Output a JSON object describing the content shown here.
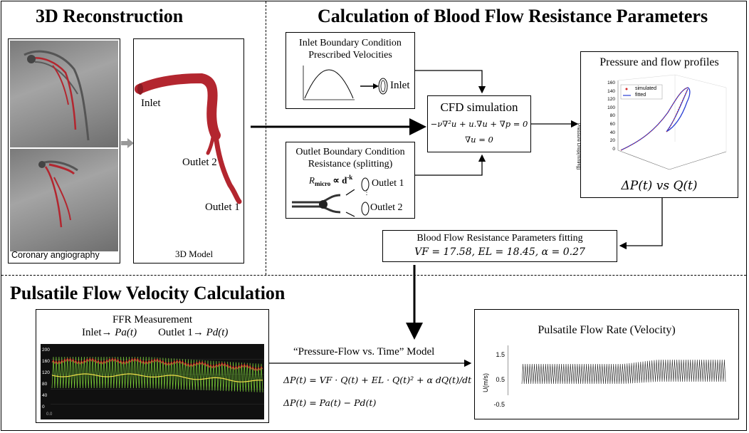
{
  "sections": {
    "reconstruction": "3D Reconstruction",
    "calculation": "Calculation of Blood Flow Resistance Parameters",
    "pulsatile": "Pulsatile Flow Velocity Calculation"
  },
  "recon": {
    "angio_caption": "Coronary angiography",
    "model_caption": "3D Model",
    "inlet": "Inlet",
    "outlet2": "Outlet 2",
    "outlet1": "Outlet 1"
  },
  "inlet_bc": {
    "line1": "Inlet Boundary Condition",
    "line2": "Prescribed Velocities",
    "inlet_label": "Inlet"
  },
  "outlet_bc": {
    "line1": "Outlet Boundary Condition",
    "line2": "Resistance (splitting)",
    "outlet1": "Outlet 1",
    "outlet2": "Outlet 2",
    "resistance_R": "R",
    "resistance_sub": "micro",
    "resistance_rest": "∝ d",
    "resistance_exp": "-k"
  },
  "cfd": {
    "title": "CFD simulation",
    "eq1": "−ν∇²u + u.∇u + ∇p = 0",
    "eq2": "∇u = 0"
  },
  "profiles": {
    "title": "Pressure and flow profiles",
    "legend_simulated": "simulated",
    "legend_fitted": "fitted",
    "caption": "ΔP(t) vs Q(t)",
    "z_ticks": [
      "160",
      "140",
      "120",
      "100",
      "80",
      "60",
      "40",
      "20",
      "0"
    ],
    "z_label": "Pressure Drop(mmHg)"
  },
  "fitting": {
    "title": "Blood Flow Resistance Parameters fitting",
    "values": "VF = 17.58, EL = 18.45, α = 0.27"
  },
  "ffr": {
    "title": "FFR Measurement",
    "inlet": "Inlet→",
    "pa": "Pa(t)",
    "outlet": "Outlet 1→",
    "pd": "Pd(t)",
    "y_ticks": [
      "200",
      "160",
      "120",
      "80",
      "40",
      "0"
    ],
    "x_tick": "0.0"
  },
  "model": {
    "title": "“Pressure-Flow vs. Time” Model",
    "eq1": "ΔP(t) = VF · Q(t) + EL · Q(t)² + α dQ(t)/dt",
    "eq2": "ΔP(t) = Pa(t) − Pd(t)"
  },
  "flow_rate": {
    "title": "Pulsatile Flow Rate (Velocity)",
    "y_label": "U(m/s)",
    "y_ticks": [
      "1.5",
      "0.5",
      "-0.5"
    ]
  },
  "colors": {
    "vessel": "#b3262f",
    "ffr_bg": "#101010",
    "ffr_green": "#7fd63a",
    "ffr_red": "#e0302a",
    "ffr_yellow": "#f3e04a",
    "fitted_line": "#2a3fd4",
    "simulated_dots": "#d22a2a"
  }
}
